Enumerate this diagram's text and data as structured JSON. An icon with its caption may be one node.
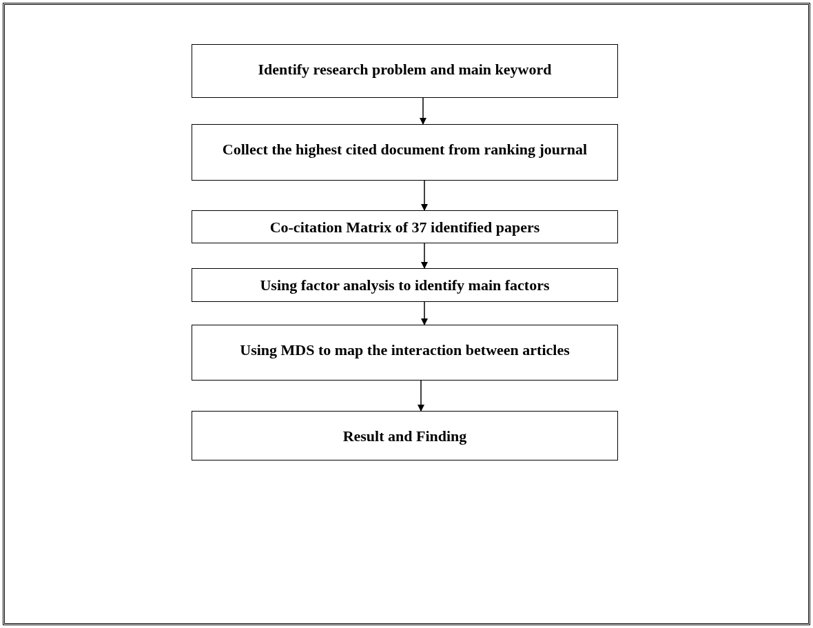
{
  "diagram": {
    "nodes": [
      {
        "text": [
          "Identify research problem and main keyword"
        ]
      },
      {
        "text": [
          "Collect the highest cited document from ranking journal"
        ]
      },
      {
        "text": [
          "Co-citation Matrix of 37 identified papers"
        ]
      },
      {
        "text": [
          "Using factor analysis to identify main factors"
        ]
      },
      {
        "text": [
          "Using MDS to map the interaction between articles"
        ]
      },
      {
        "text": [
          "Result and Finding"
        ]
      }
    ],
    "edges": [
      {
        "from": 0,
        "to": 1,
        "arrow": "to"
      },
      {
        "from": 1,
        "to": 2,
        "arrow": "to"
      },
      {
        "from": 2,
        "to": 3,
        "arrow": "to"
      },
      {
        "from": 3,
        "to": 4,
        "arrow": "to"
      },
      {
        "from": 4,
        "to": 5,
        "arrow": "to"
      }
    ]
  }
}
